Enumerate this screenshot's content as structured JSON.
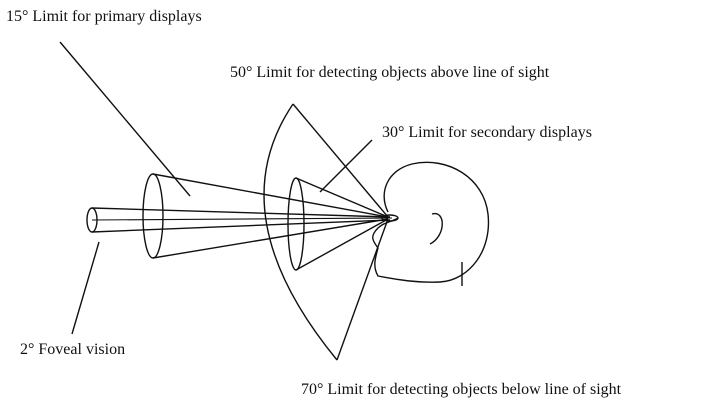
{
  "labels": {
    "primary": "15° Limit for primary displays",
    "above": "50° Limit for detecting objects above line of sight",
    "secondary": "30° Limit for secondary displays",
    "foveal": "2° Foveal vision",
    "below": "70° Limit for detecting objects below line of sight"
  }
}
